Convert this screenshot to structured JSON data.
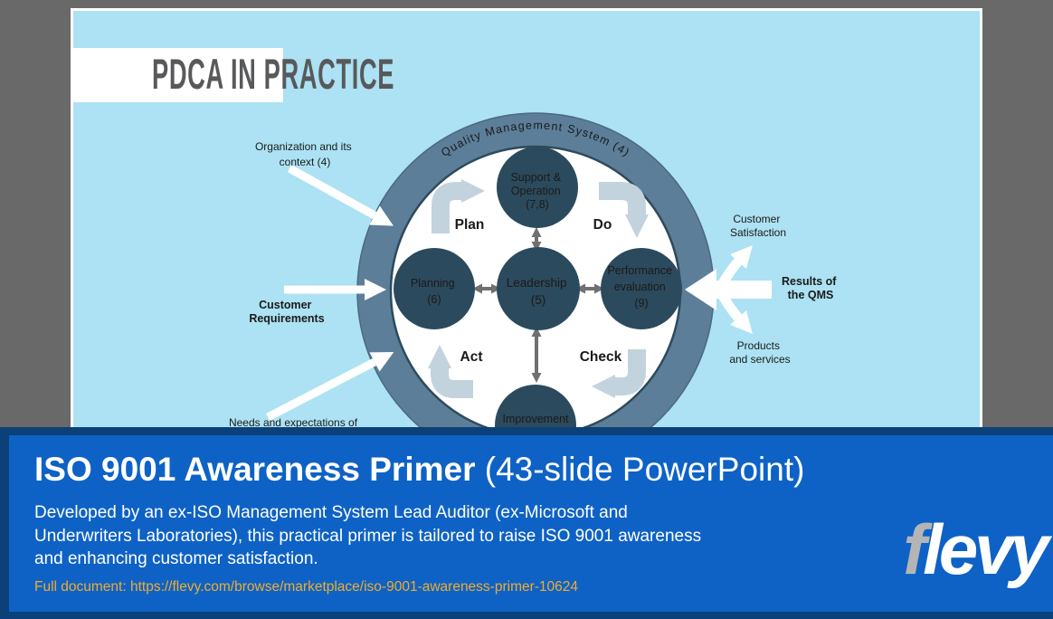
{
  "slide": {
    "title": "PDCA IN PRACTICE",
    "diagram": {
      "ring_label": "Quality Management System (4)",
      "quadrants": [
        "Plan",
        "Do",
        "Check",
        "Act"
      ],
      "circles": [
        {
          "name": "support-operation",
          "lines": [
            "Support &",
            "Operation",
            "(7,8)"
          ]
        },
        {
          "name": "planning",
          "lines": [
            "Planning",
            "(6)"
          ]
        },
        {
          "name": "leadership",
          "lines": [
            "Leadership",
            "(5)"
          ]
        },
        {
          "name": "performance-evaluation",
          "lines": [
            "Performance",
            "evaluation",
            "(9)"
          ]
        },
        {
          "name": "improvement",
          "lines": [
            "Improvement"
          ]
        }
      ],
      "left_labels": [
        {
          "lines": [
            "Organization and its",
            "context (4)"
          ]
        },
        {
          "lines": [
            "Customer",
            "Requirements"
          ]
        },
        {
          "lines": [
            "Needs and expectations of"
          ]
        }
      ],
      "right_labels": [
        {
          "lines": [
            "Customer",
            "Satisfaction"
          ]
        },
        {
          "lines": [
            "Results of",
            "the QMS"
          ]
        },
        {
          "lines": [
            "Products",
            "and services"
          ]
        }
      ]
    }
  },
  "banner": {
    "title_bold": "ISO 9001 Awareness Primer",
    "title_rest": " (43-slide PowerPoint)",
    "description_lines": [
      "Developed by an ex-ISO Management System Lead Auditor (ex-Microsoft and",
      "Underwriters Laboratories), this practical primer is tailored to raise ISO 9001 awareness",
      "and enhancing customer satisfaction."
    ],
    "link_label": "Full document: https://flevy.com/browse/marketplace/iso-9001-awareness-primer-10624",
    "logo_f": "f",
    "logo_rest": "levy"
  },
  "colors": {
    "backdrop": "#696969",
    "slide_blue": "#ACE2F3",
    "ring_slate": "#5C7E99",
    "circle_navy": "#2C4A5D",
    "light_arrow": "#C3D3DE",
    "gray_arrow": "#707070",
    "banner_blue": "#0E62C6",
    "banner_dark": "#0B4078",
    "link_gold": "#EFAD2D"
  }
}
